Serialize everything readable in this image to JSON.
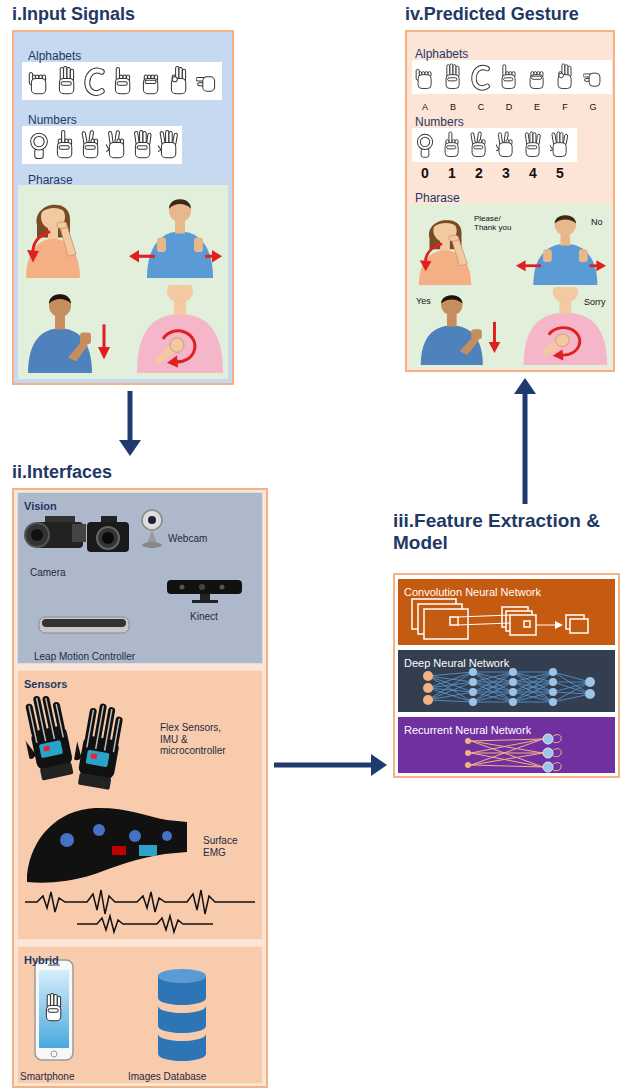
{
  "diagram": {
    "nodes": [
      {
        "text": [
          "i.Input Signals",
          "Alphabets",
          "Numbers",
          "Pharase"
        ]
      },
      {
        "text": [
          "iv.Predicted Gesture",
          "Alphabets",
          "Numbers",
          "Pharase"
        ]
      },
      {
        "text": [
          "ii.Interfaces"
        ]
      },
      {
        "text": [
          "Vision"
        ],
        "in": 2
      },
      {
        "text": [
          "Sensors"
        ],
        "in": 2
      },
      {
        "text": [
          "Hybrid"
        ],
        "in": 2
      },
      {
        "text": [
          "iii.Feature Extraction & Model"
        ]
      },
      {
        "text": [
          "Convolution Neural Network"
        ],
        "in": 6
      },
      {
        "text": [
          "Deep Neural Network"
        ],
        "in": 6
      },
      {
        "text": [
          "Recurrent Neural Network"
        ],
        "in": 6
      }
    ],
    "edges": [
      {
        "from": 0,
        "to": 2,
        "arrow": "to"
      },
      {
        "from": 2,
        "to": 6,
        "arrow": "to"
      },
      {
        "from": 6,
        "to": 1,
        "arrow": "to"
      }
    ],
    "labels": [
      "Camera",
      "Webcam",
      "Kinect",
      "Leap Motion Controller",
      "Flex Sensors, IMU & microcontroller",
      "Surface EMG",
      "Smartphone",
      "Images Database",
      "A",
      "B",
      "C",
      "D",
      "E",
      "F",
      "G",
      "0",
      "1",
      "2",
      "3",
      "4",
      "5",
      "Please/ Thank you",
      "No",
      "Yes",
      "Sorry"
    ]
  }
}
